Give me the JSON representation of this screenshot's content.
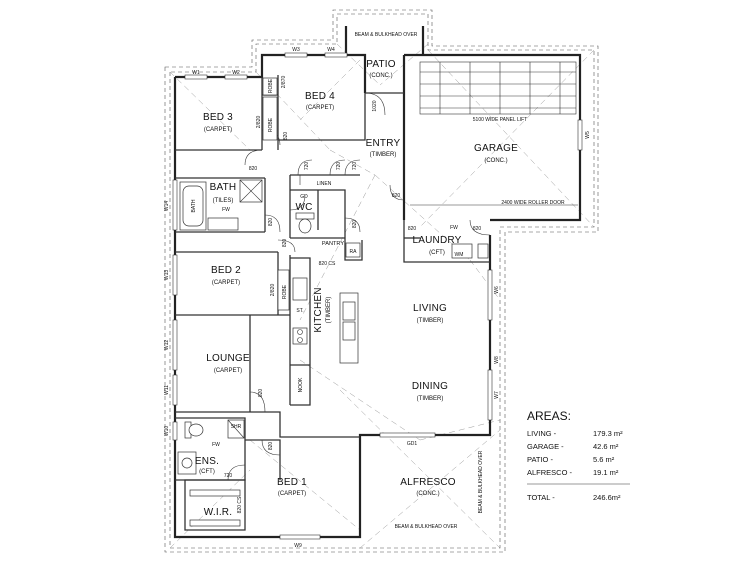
{
  "rooms": {
    "bed3": {
      "name": "BED 3",
      "finish": "(CARPET)"
    },
    "bed4": {
      "name": "BED 4",
      "finish": "(CARPET)"
    },
    "patio": {
      "name": "PATIO",
      "finish": "(CONC.)"
    },
    "entry": {
      "name": "ENTRY",
      "finish": "(TIMBER)"
    },
    "garage": {
      "name": "GARAGE",
      "finish": "(CONC.)"
    },
    "bath": {
      "name": "BATH",
      "finish": "(TILES)"
    },
    "wc": {
      "name": "WC"
    },
    "linen": {
      "name": "LINEN"
    },
    "pantry": {
      "name": "PANTRY"
    },
    "laundry": {
      "name": "LAUNDRY",
      "finish": "(CFT)"
    },
    "bed2": {
      "name": "BED 2",
      "finish": "(CARPET)"
    },
    "kitchen": {
      "name": "KITCHEN",
      "finish": "(TIMBER)"
    },
    "living": {
      "name": "LIVING",
      "finish": "(TIMBER)"
    },
    "lounge": {
      "name": "LOUNGE",
      "finish": "(CARPET)"
    },
    "nook": {
      "name": "NOOK"
    },
    "dining": {
      "name": "DINING",
      "finish": "(TIMBER)"
    },
    "ens": {
      "name": "ENS.",
      "finish": "(CFT)"
    },
    "bed1": {
      "name": "BED 1",
      "finish": "(CARPET)"
    },
    "alfresco": {
      "name": "ALFRESCO",
      "finish": "(CONC.)"
    },
    "wir": {
      "name": "W.I.R."
    }
  },
  "labels": {
    "beam_top": "BEAM & BULKHEAD OVER",
    "beam_bottom": "BEAM & BULKHEAD OVER",
    "beam_side": "BEAM & BULKHEAD OVER",
    "panel_lift": "5100 WIDE PANEL LIFT",
    "roller_door": "2400 WIDE ROLLER DOOR",
    "robe": "ROBE",
    "fw": "FW",
    "wm": "WM",
    "ra": "RA",
    "st": "ST.",
    "shr": "SHR",
    "bath_fix": "BATH",
    "d820": "820",
    "d720": "720",
    "d820cs": "820 CS",
    "d2x820": "2/820",
    "d1020": "1020",
    "d2x870": "2/870",
    "gd": "GD",
    "gd1": "GD1",
    "w1": "W1",
    "w2": "W2",
    "w3": "W3",
    "w4": "W4",
    "w5": "W5",
    "w6": "W6",
    "w7": "W7",
    "w8": "W8",
    "w9": "W9",
    "w10": "W10",
    "w11": "W11",
    "w12": "W12",
    "w13": "W13",
    "w14": "W14"
  },
  "areas": {
    "title": "AREAS:",
    "rows": [
      {
        "label": "LIVING -",
        "value": "179.3 m²"
      },
      {
        "label": "GARAGE -",
        "value": "42.6 m²"
      },
      {
        "label": "PATIO -",
        "value": "5.6 m²"
      },
      {
        "label": "ALFRESCO -",
        "value": "19.1 m²"
      }
    ],
    "total": {
      "label": "TOTAL -",
      "value": "246.6m²"
    }
  }
}
